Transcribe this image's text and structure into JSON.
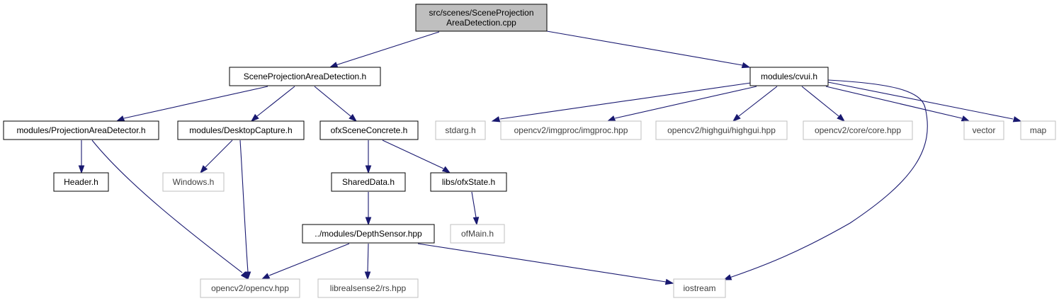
{
  "diagram": {
    "type": "include-dependency-graph",
    "nodes": [
      {
        "id": "root",
        "label": [
          "src/scenes/SceneProjection",
          "AreaDetection.cpp"
        ],
        "kind": "root"
      },
      {
        "id": "spad",
        "label": [
          "SceneProjectionAreaDetection.h"
        ],
        "kind": "documented"
      },
      {
        "id": "cvui",
        "label": [
          "modules/cvui.h"
        ],
        "kind": "documented"
      },
      {
        "id": "pad",
        "label": [
          "modules/ProjectionAreaDetector.h"
        ],
        "kind": "documented"
      },
      {
        "id": "dc",
        "label": [
          "modules/DesktopCapture.h"
        ],
        "kind": "documented"
      },
      {
        "id": "osc",
        "label": [
          "ofxSceneConcrete.h"
        ],
        "kind": "documented"
      },
      {
        "id": "stdarg",
        "label": [
          "stdarg.h"
        ],
        "kind": "external"
      },
      {
        "id": "imgproc",
        "label": [
          "opencv2/imgproc/imgproc.hpp"
        ],
        "kind": "external"
      },
      {
        "id": "highgui",
        "label": [
          "opencv2/highgui/highgui.hpp"
        ],
        "kind": "external"
      },
      {
        "id": "core",
        "label": [
          "opencv2/core/core.hpp"
        ],
        "kind": "external"
      },
      {
        "id": "vector",
        "label": [
          "vector"
        ],
        "kind": "external"
      },
      {
        "id": "map",
        "label": [
          "map"
        ],
        "kind": "external"
      },
      {
        "id": "header",
        "label": [
          "Header.h"
        ],
        "kind": "documented"
      },
      {
        "id": "windows",
        "label": [
          "Windows.h"
        ],
        "kind": "external"
      },
      {
        "id": "shared",
        "label": [
          "SharedData.h"
        ],
        "kind": "documented"
      },
      {
        "id": "ofxstate",
        "label": [
          "libs/ofxState.h"
        ],
        "kind": "documented"
      },
      {
        "id": "ofmain",
        "label": [
          "ofMain.h"
        ],
        "kind": "external"
      },
      {
        "id": "depth",
        "label": [
          "../modules/DepthSensor.hpp"
        ],
        "kind": "documented"
      },
      {
        "id": "opencv",
        "label": [
          "opencv2/opencv.hpp"
        ],
        "kind": "external"
      },
      {
        "id": "rs",
        "label": [
          "librealsense2/rs.hpp"
        ],
        "kind": "external"
      },
      {
        "id": "iostream",
        "label": [
          "iostream"
        ],
        "kind": "external"
      }
    ],
    "edges": [
      {
        "from": "root",
        "to": "spad"
      },
      {
        "from": "root",
        "to": "cvui"
      },
      {
        "from": "spad",
        "to": "pad"
      },
      {
        "from": "spad",
        "to": "dc"
      },
      {
        "from": "spad",
        "to": "osc"
      },
      {
        "from": "cvui",
        "to": "stdarg"
      },
      {
        "from": "cvui",
        "to": "imgproc"
      },
      {
        "from": "cvui",
        "to": "highgui"
      },
      {
        "from": "cvui",
        "to": "core"
      },
      {
        "from": "cvui",
        "to": "vector"
      },
      {
        "from": "cvui",
        "to": "map"
      },
      {
        "from": "cvui",
        "to": "iostream"
      },
      {
        "from": "pad",
        "to": "header"
      },
      {
        "from": "pad",
        "to": "opencv"
      },
      {
        "from": "dc",
        "to": "windows"
      },
      {
        "from": "dc",
        "to": "opencv"
      },
      {
        "from": "osc",
        "to": "shared"
      },
      {
        "from": "osc",
        "to": "ofxstate"
      },
      {
        "from": "shared",
        "to": "depth"
      },
      {
        "from": "ofxstate",
        "to": "ofmain"
      },
      {
        "from": "depth",
        "to": "opencv"
      },
      {
        "from": "depth",
        "to": "rs"
      },
      {
        "from": "depth",
        "to": "iostream"
      }
    ]
  }
}
